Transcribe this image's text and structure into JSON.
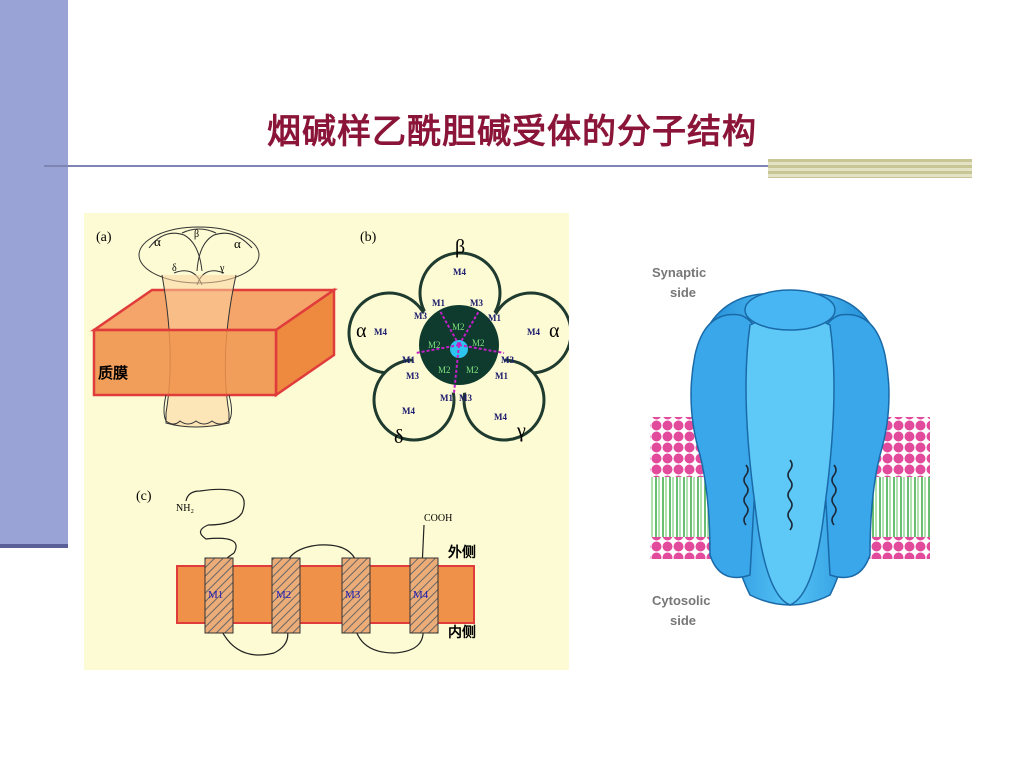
{
  "slide_title": "烟碱样乙酰胆碱受体的分子结构",
  "panel_a": {
    "label": "(a)",
    "subunits": [
      "α",
      "β",
      "α",
      "δ",
      "γ"
    ],
    "membrane_label": "质膜"
  },
  "panel_b": {
    "label": "(b)",
    "subunits": {
      "top": "β",
      "left": "α",
      "right": "α",
      "bottom_left": "δ",
      "bottom_right": "γ"
    },
    "segments": [
      "M1",
      "M2",
      "M3",
      "M4"
    ]
  },
  "panel_c": {
    "label": "(c)",
    "n_terminus": "NH₂",
    "c_terminus": "COOH",
    "outer_label": "外侧",
    "inner_label": "内侧",
    "segments": [
      "M1",
      "M2",
      "M3",
      "M4"
    ]
  },
  "right_figure": {
    "top_label_line1": "Synaptic",
    "top_label_line2": "side",
    "bottom_label_line1": "Cytosolic",
    "bottom_label_line2": "side"
  },
  "colors": {
    "title": "#8b1538",
    "sidebar": "#9aa3d6",
    "panel_bg": "#fdfbd3",
    "membrane_orange": "#f0914a",
    "membrane_border": "#e03c3c",
    "receptor_blue": "#34a6e6",
    "pore_fill": "#0f3b2e",
    "pore_center": "#2ec4f0",
    "segment_magenta": "#c21fc8"
  }
}
